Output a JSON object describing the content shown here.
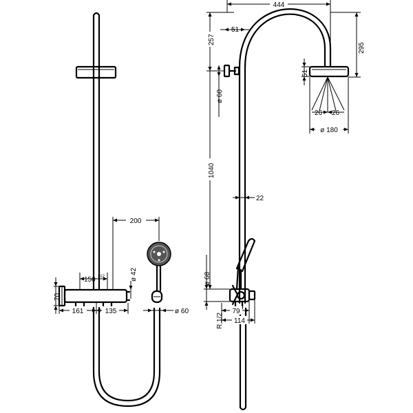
{
  "dimensions": {
    "d200": "200",
    "d150": "150",
    "d150_tol": "±12",
    "d42": "ø 42",
    "d70": "70",
    "d161": "161",
    "d135": "135",
    "d60_hand": "ø 60",
    "d444": "444",
    "d257": "257",
    "d51_top": "51",
    "d295": "295",
    "d60_arm": "ø 60",
    "d51_head": "51",
    "d26_left": "26",
    "d26_right": "26",
    "d180": "ø 180",
    "d1040": "1040",
    "d22": "22",
    "d68": "ø 68",
    "d79": "79",
    "d114": "114",
    "thread": "R 1/2"
  }
}
